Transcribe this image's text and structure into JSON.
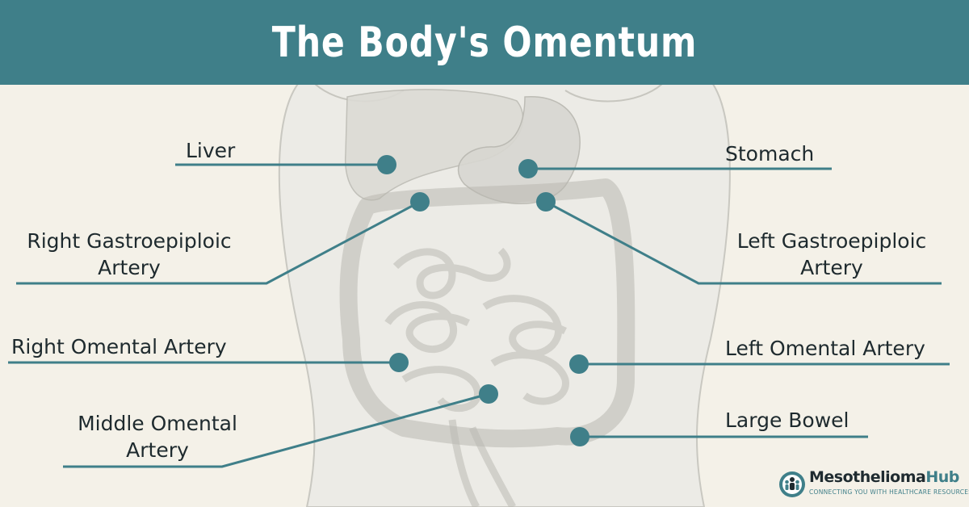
{
  "header": {
    "title": "The Body's Omentum"
  },
  "labels": {
    "liver": "Liver",
    "stomach": "Stomach",
    "right_gastroepiploic": [
      "Right Gastroepiploic",
      "Artery"
    ],
    "left_gastroepiploic": [
      "Left Gastroepiploic",
      "Artery"
    ],
    "right_omental": "Right Omental Artery",
    "left_omental": "Left Omental Artery",
    "middle_omental": [
      "Middle Omental",
      "Artery"
    ],
    "large_bowel": "Large Bowel"
  },
  "logo": {
    "name_part1": "Mesothelioma",
    "name_part2": "Hub",
    "tagline": "CONNECTING YOU WITH HEALTHCARE RESOURCES",
    "icon": "people-group-icon"
  },
  "colors": {
    "brand_teal": "#3f7f89",
    "background": "#f4f1e8",
    "text": "#1e2a2e"
  }
}
